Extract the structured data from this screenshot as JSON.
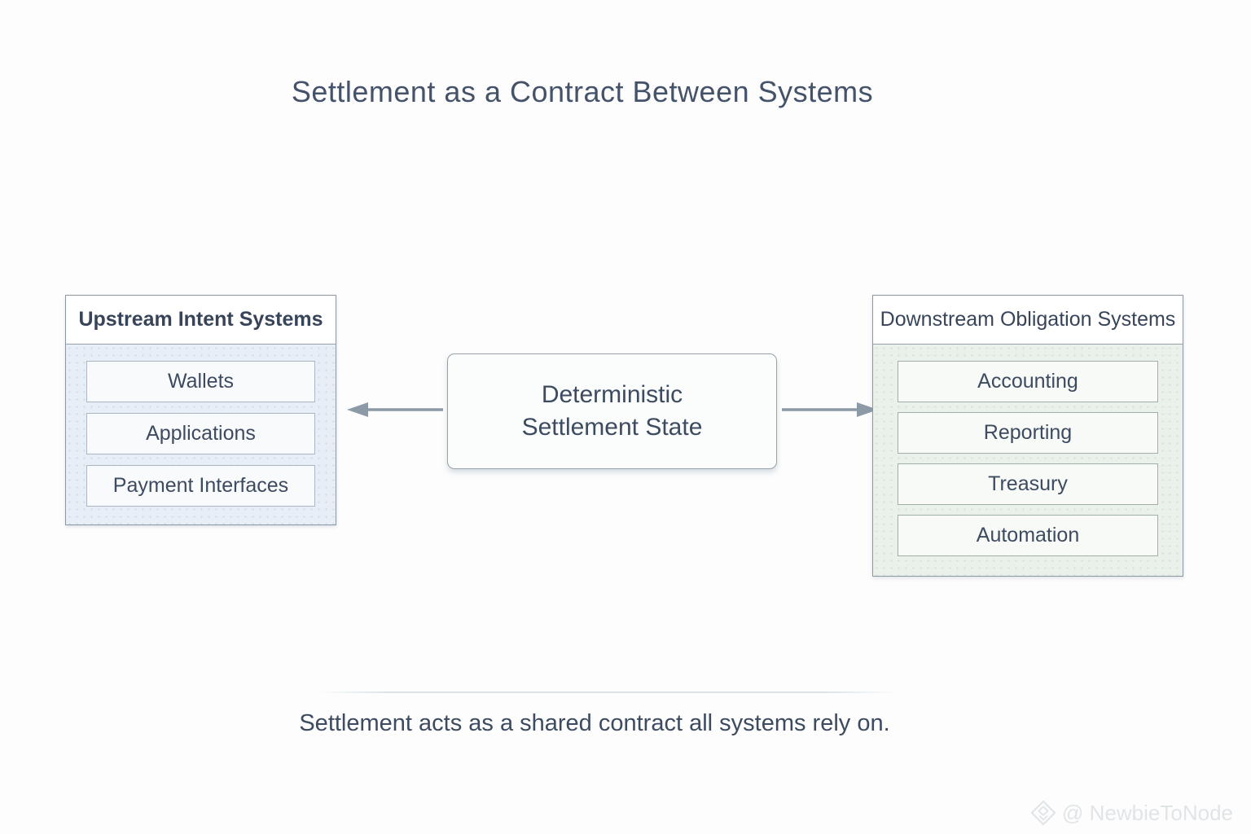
{
  "title": "Settlement as a Contract Between Systems",
  "left_panel": {
    "header": "Upstream Intent Systems",
    "items": [
      "Wallets",
      "Applications",
      "Payment Interfaces"
    ]
  },
  "center_box": {
    "line1": "Deterministic",
    "line2": "Settlement State"
  },
  "right_panel": {
    "header": "Downstream Obligation Systems",
    "items": [
      "Accounting",
      "Reporting",
      "Treasury",
      "Automation"
    ]
  },
  "caption": "Settlement acts as a shared contract all systems rely on.",
  "watermark": {
    "icon": "gem-diamond-icon",
    "text": "@ NewbieToNode"
  },
  "colors": {
    "title_text": "#44526a",
    "body_text": "#3d4b60",
    "left_body_bg": "#e8eef5",
    "right_body_bg": "#eaf0ea",
    "arrow": "#8c99a7",
    "watermark": "#e0e5e7"
  }
}
